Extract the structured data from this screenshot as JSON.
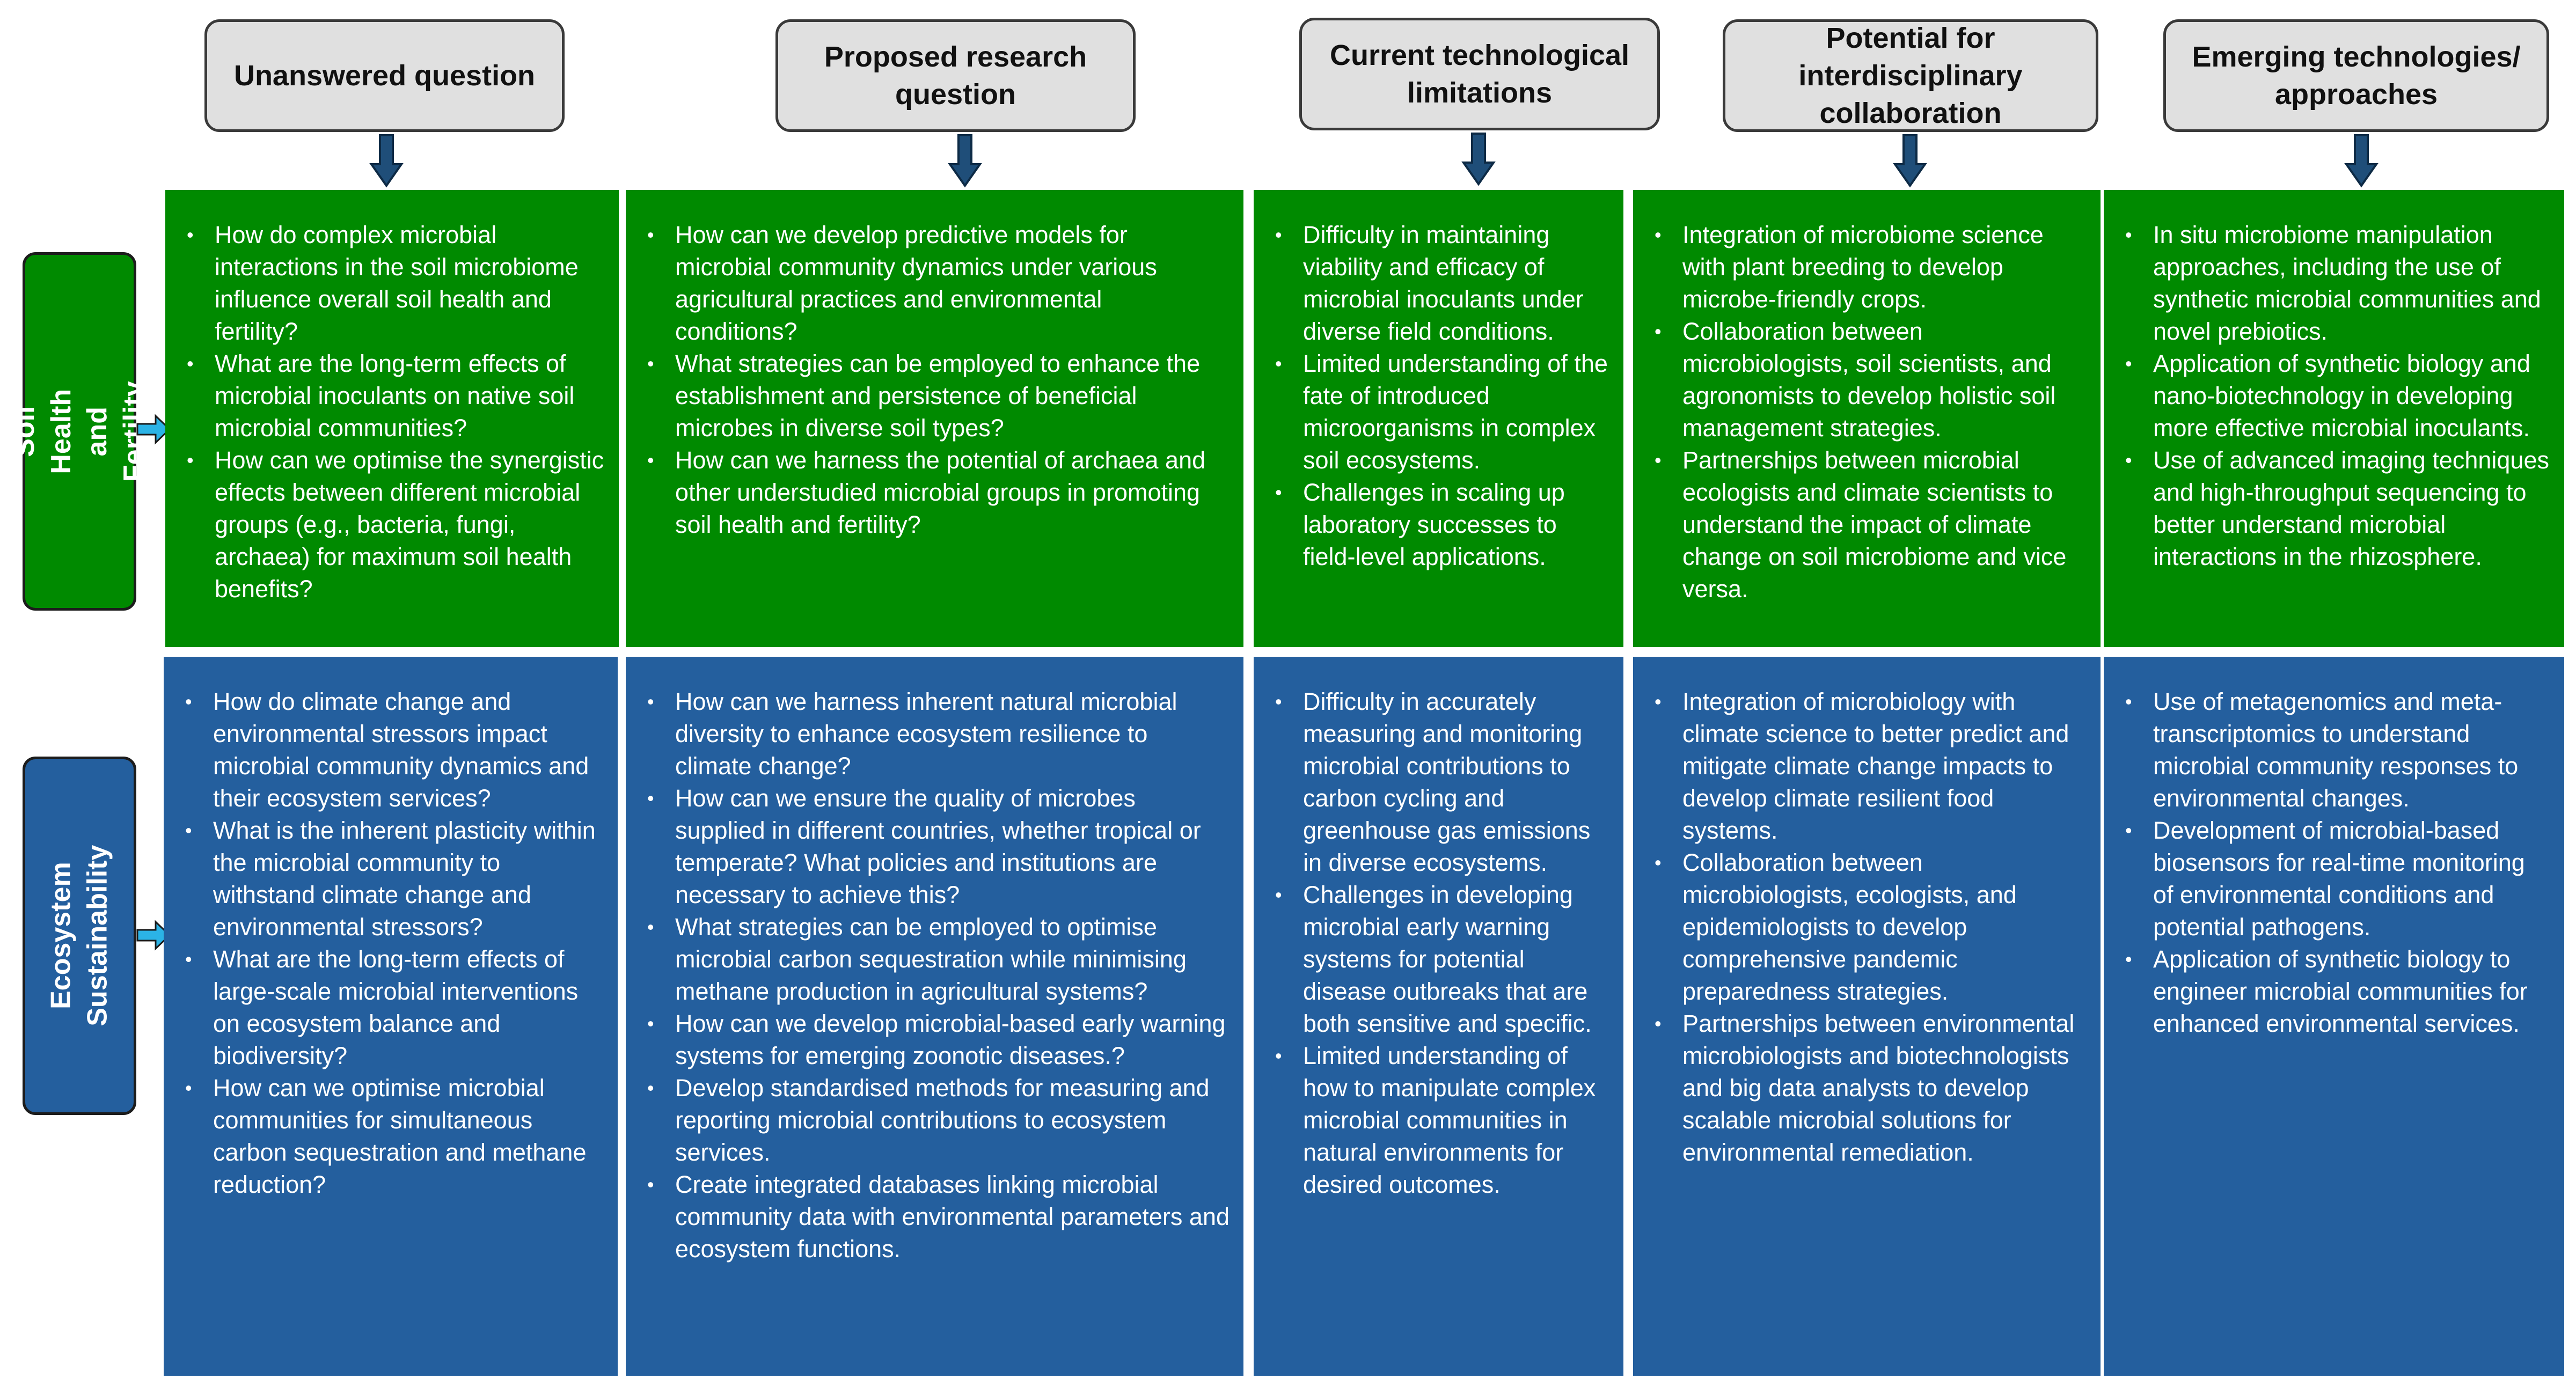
{
  "columns": [
    {
      "header": "Unanswered question"
    },
    {
      "header": "Proposed research\nquestion"
    },
    {
      "header": "Current technological\nlimitations"
    },
    {
      "header": "Potential for\ninterdisciplinary\ncollaboration"
    },
    {
      "header": "Emerging technologies/\napproaches"
    }
  ],
  "rows": [
    {
      "label": "Soil Health and Fertility",
      "color": "#008a00",
      "cells": [
        [
          "How do complex microbial interactions in the soil microbiome influence overall soil health and fertility?",
          "What are the long-term effects of microbial inoculants on native soil microbial communities?",
          "How can we optimise the synergistic effects between different microbial groups (e.g., bacteria, fungi, archaea) for maximum soil health benefits?"
        ],
        [
          "How can we develop predictive models for microbial community dynamics under various agricultural practices and environmental conditions?",
          "What strategies can be employed to enhance the establishment and persistence of beneficial microbes in diverse soil types?",
          "How can we harness the potential of archaea and other understudied microbial groups in promoting soil health and fertility?"
        ],
        [
          "Difficulty in maintaining viability and efficacy of microbial inoculants under diverse field conditions.",
          "Limited understanding of the fate of introduced microorganisms in complex soil ecosystems.",
          "Challenges in scaling up laboratory successes to field-level applications."
        ],
        [
          "Integration of microbiome science with plant breeding to develop microbe-friendly crops.",
          "Collaboration between microbiologists, soil scientists, and agronomists to develop holistic soil management strategies.",
          "Partnerships between microbial ecologists and climate scientists to understand the impact of climate change on soil microbiome and vice versa."
        ],
        [
          "In situ microbiome manipulation approaches, including the use of synthetic microbial communities and novel prebiotics.",
          "Application of synthetic biology and nano-biotechnology in developing more effective microbial inoculants.",
          "Use of advanced imaging techniques and high-throughput sequencing to better understand microbial interactions in the rhizosphere."
        ]
      ]
    },
    {
      "label": "Ecosystem\nSustainability",
      "color": "#245f9e",
      "cells": [
        [
          "How do climate change and environmental stressors impact microbial community dynamics and their ecosystem services?",
          "What is the inherent plasticity within the microbial community to withstand climate change and environmental stressors?",
          "What are the long-term effects of large-scale microbial interventions on ecosystem balance and biodiversity?",
          "How can we optimise microbial communities for simultaneous carbon sequestration and methane reduction?"
        ],
        [
          "How can we harness inherent natural microbial diversity to enhance ecosystem resilience to climate change?",
          "How can we ensure the quality of microbes supplied in different countries, whether tropical or temperate? What policies and institutions are necessary to achieve this?",
          "What strategies can be employed to optimise microbial carbon sequestration while minimising methane production in agricultural systems?",
          "How can we develop microbial-based early warning systems for emerging zoonotic diseases.?",
          "Develop standardised methods for measuring and reporting microbial contributions to ecosystem services.",
          "Create integrated databases linking microbial community data with environmental parameters and ecosystem functions."
        ],
        [
          "Difficulty in accurately measuring and monitoring microbial contributions to carbon cycling and greenhouse gas emissions in diverse ecosystems.",
          "Challenges in developing microbial early warning systems for potential disease outbreaks that are both sensitive and specific.",
          "Limited understanding of how to manipulate complex microbial communities in natural environments for desired outcomes."
        ],
        [
          "Integration of microbiology with climate science to better predict and mitigate climate change impacts to develop climate resilient food systems.",
          "Collaboration between microbiologists, ecologists, and epidemiologists to develop comprehensive pandemic preparedness strategies.",
          "Partnerships between environmental microbiologists and biotechnologists and big data analysts to develop scalable microbial solutions for environmental remediation."
        ],
        [
          "Use of metagenomics and meta-transcriptomics to understand microbial community responses to environmental changes.",
          "Development of microbial-based biosensors for real-time monitoring of environmental conditions and potential pathogens.",
          "Application of synthetic biology to engineer microbial communities for enhanced environmental services."
        ]
      ]
    }
  ]
}
